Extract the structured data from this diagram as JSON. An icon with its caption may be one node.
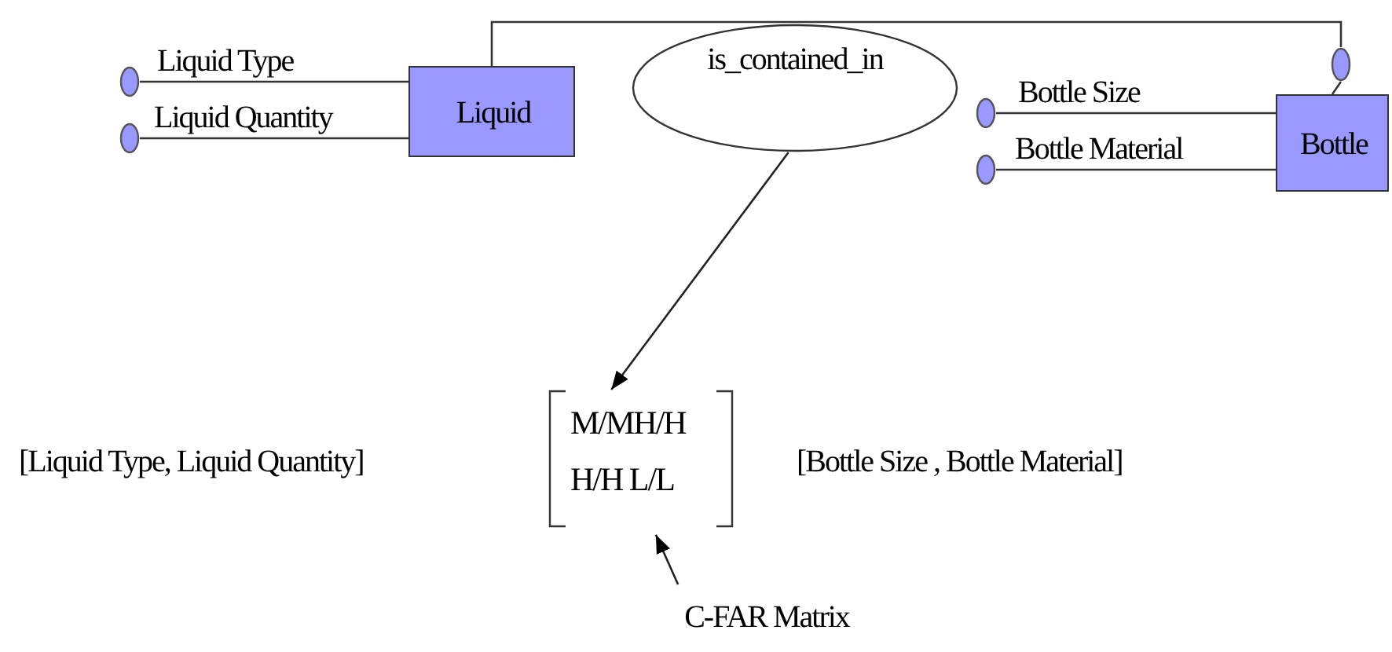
{
  "diagram": {
    "nodes": [
      {
        "text": [],
        "shape": "circle"
      },
      {
        "text": [],
        "shape": "circle"
      },
      {
        "text": [
          "Liquid"
        ]
      },
      {
        "text": [
          "is_contained_in"
        ]
      },
      {
        "text": [],
        "shape": "circle"
      },
      {
        "text": [],
        "shape": "circle"
      },
      {
        "text": [],
        "shape": "circle"
      },
      {
        "text": [
          "Bottle"
        ]
      },
      {
        "text": [
          "M/MH/H",
          "H/H L/L"
        ]
      },
      {
        "text": [
          "C-FAR Matrix"
        ]
      }
    ],
    "edges": [
      {
        "from": 0,
        "to": 2,
        "arrow": "none",
        "label": "Liquid Type"
      },
      {
        "from": 1,
        "to": 2,
        "arrow": "none",
        "label": "Liquid Quantity"
      },
      {
        "from": 2,
        "to": 6,
        "arrow": "none"
      },
      {
        "from": 6,
        "to": 7,
        "arrow": "none"
      },
      {
        "from": 4,
        "to": 7,
        "arrow": "none",
        "label": "Bottle Size"
      },
      {
        "from": 5,
        "to": 7,
        "arrow": "none",
        "label": "Bottle Material"
      },
      {
        "from": 3,
        "to": 8,
        "arrow": "to"
      },
      {
        "from": 9,
        "to": 8,
        "arrow": "to"
      }
    ],
    "labels": [
      "[Liquid Type, Liquid Quantity]",
      "[Bottle Size , Bottle Material]"
    ]
  }
}
